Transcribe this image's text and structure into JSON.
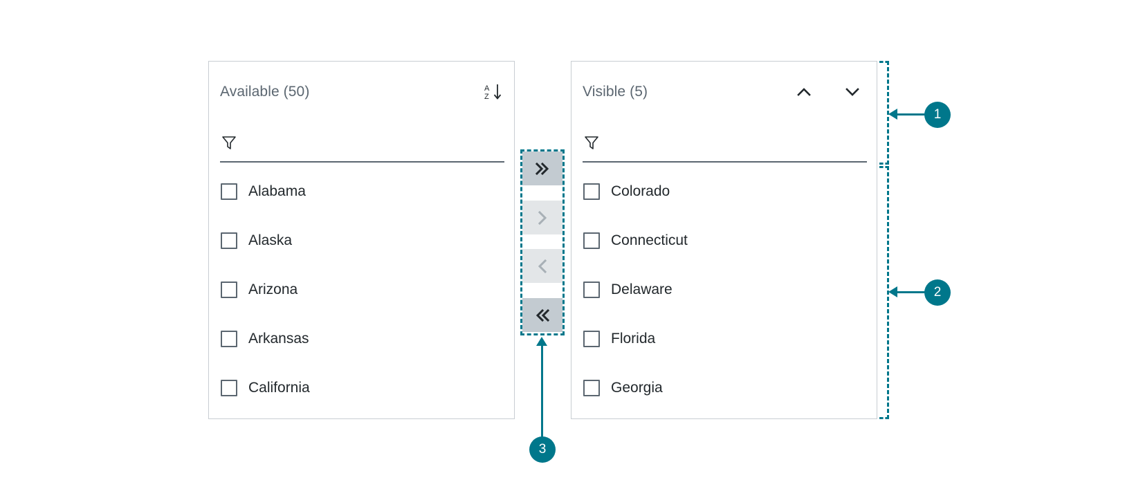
{
  "colors": {
    "accent_teal": "#00778b",
    "panel_border": "#c8cdd2",
    "title_text": "#5b6670",
    "item_text": "#22282c",
    "button_enabled_bg": "#c3cbd1",
    "button_disabled_bg": "#e3e6e8",
    "background": "#ffffff"
  },
  "available_panel": {
    "title": "Available (50)",
    "count": 50,
    "sort_icon": "sort-alpha-ascending-icon",
    "filter": {
      "icon": "filter-funnel-icon",
      "value": "",
      "placeholder": ""
    },
    "items": [
      {
        "label": "Alabama",
        "checked": false
      },
      {
        "label": "Alaska",
        "checked": false
      },
      {
        "label": "Arizona",
        "checked": false
      },
      {
        "label": "Arkansas",
        "checked": false
      },
      {
        "label": "California",
        "checked": false
      }
    ]
  },
  "visible_panel": {
    "title": "Visible (5)",
    "count": 5,
    "move_up_icon": "chevron-up-icon",
    "move_down_icon": "chevron-down-icon",
    "filter": {
      "icon": "filter-funnel-icon",
      "value": "",
      "placeholder": ""
    },
    "items": [
      {
        "label": "Colorado",
        "checked": false
      },
      {
        "label": "Connecticut",
        "checked": false
      },
      {
        "label": "Delaware",
        "checked": false
      },
      {
        "label": "Florida",
        "checked": false
      },
      {
        "label": "Georgia",
        "checked": false
      }
    ]
  },
  "transfer_buttons": [
    {
      "name": "move-all-right",
      "glyph": "»",
      "state": "enabled",
      "title": "Move all right"
    },
    {
      "name": "move-right",
      "glyph": "›",
      "state": "disabled",
      "title": "Move right"
    },
    {
      "name": "move-left",
      "glyph": "‹",
      "state": "disabled",
      "title": "Move left"
    },
    {
      "name": "move-all-left",
      "glyph": "«",
      "state": "enabled",
      "title": "Move all left"
    }
  ],
  "annotations": [
    {
      "number": "1",
      "target": "visible-panel-header"
    },
    {
      "number": "2",
      "target": "visible-panel-list"
    },
    {
      "number": "3",
      "target": "transfer-button-group"
    }
  ]
}
